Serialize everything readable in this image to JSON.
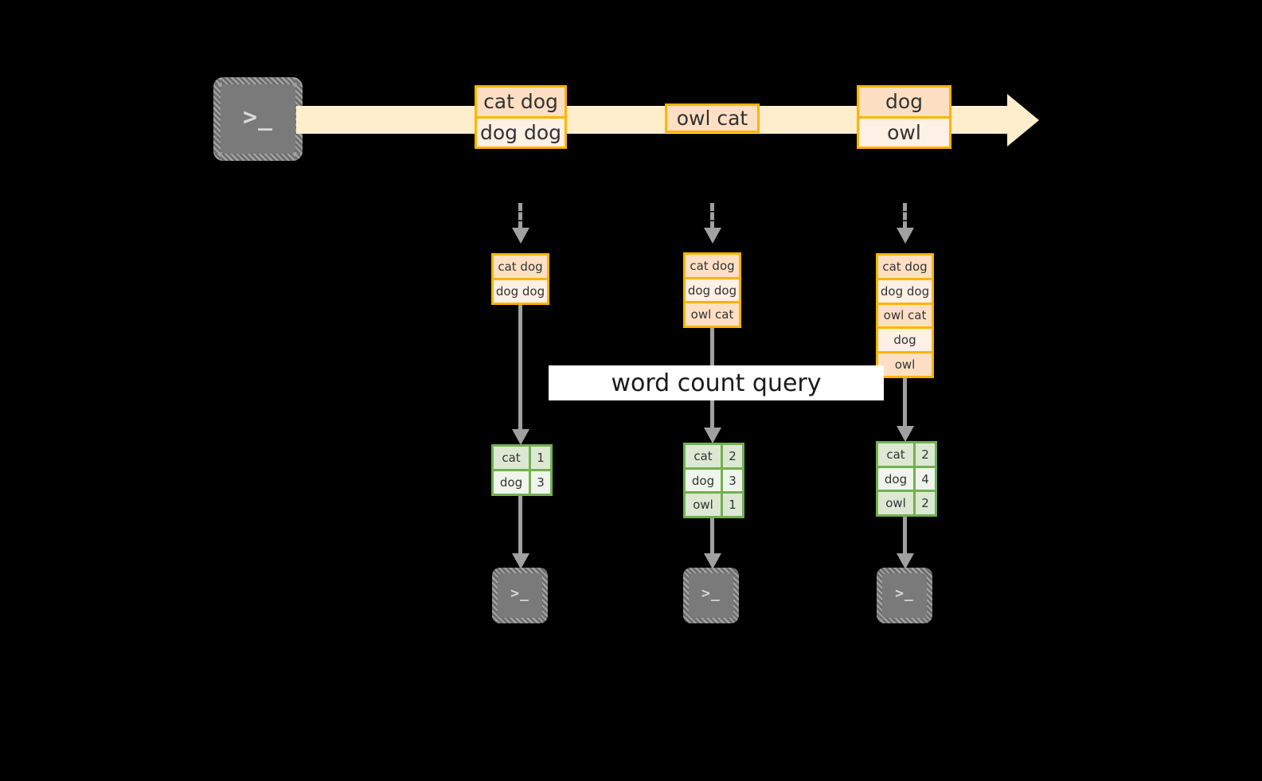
{
  "diagram": {
    "title_banner": "word count query",
    "source_terminal": {
      "icon": "terminal-icon",
      "glyph": ">_"
    },
    "stream": {
      "icon": "stream-arrow-icon",
      "messages": [
        {
          "lines": [
            "cat dog",
            "dog dog"
          ]
        },
        {
          "lines": [
            "owl cat"
          ]
        },
        {
          "lines": [
            "dog",
            "owl"
          ]
        }
      ]
    },
    "snapshots": [
      {
        "id": "snapshot-1",
        "buffer": [
          "cat dog",
          "dog dog"
        ],
        "result": {
          "rows": [
            {
              "word": "cat",
              "count": "1"
            },
            {
              "word": "dog",
              "count": "3"
            }
          ]
        },
        "sink_terminal": {
          "icon": "terminal-icon",
          "glyph": ">_"
        }
      },
      {
        "id": "snapshot-2",
        "buffer": [
          "cat dog",
          "dog dog",
          "owl cat"
        ],
        "result": {
          "rows": [
            {
              "word": "cat",
              "count": "2"
            },
            {
              "word": "dog",
              "count": "3"
            },
            {
              "word": "owl",
              "count": "1"
            }
          ]
        },
        "sink_terminal": {
          "icon": "terminal-icon",
          "glyph": ">_"
        }
      },
      {
        "id": "snapshot-3",
        "buffer": [
          "cat dog",
          "dog dog",
          "owl cat",
          "dog",
          "owl"
        ],
        "result": {
          "rows": [
            {
              "word": "cat",
              "count": "2"
            },
            {
              "word": "dog",
              "count": "4"
            },
            {
              "word": "owl",
              "count": "2"
            }
          ]
        },
        "sink_terminal": {
          "icon": "terminal-icon",
          "glyph": ">_"
        }
      }
    ],
    "colors": {
      "background": "#000000",
      "stream_fill": "#ffeecc",
      "message_border": "#ffb300",
      "message_fill_dark": "#fde0c4",
      "message_fill_light": "#fdf0e4",
      "table_border": "#72b050",
      "table_fill_dark": "#dde8d4",
      "table_fill_light": "#eff4ec",
      "connector": "#a0a0a0",
      "terminal_fill": "#7a7a7a",
      "banner_fill": "#ffffff"
    }
  }
}
